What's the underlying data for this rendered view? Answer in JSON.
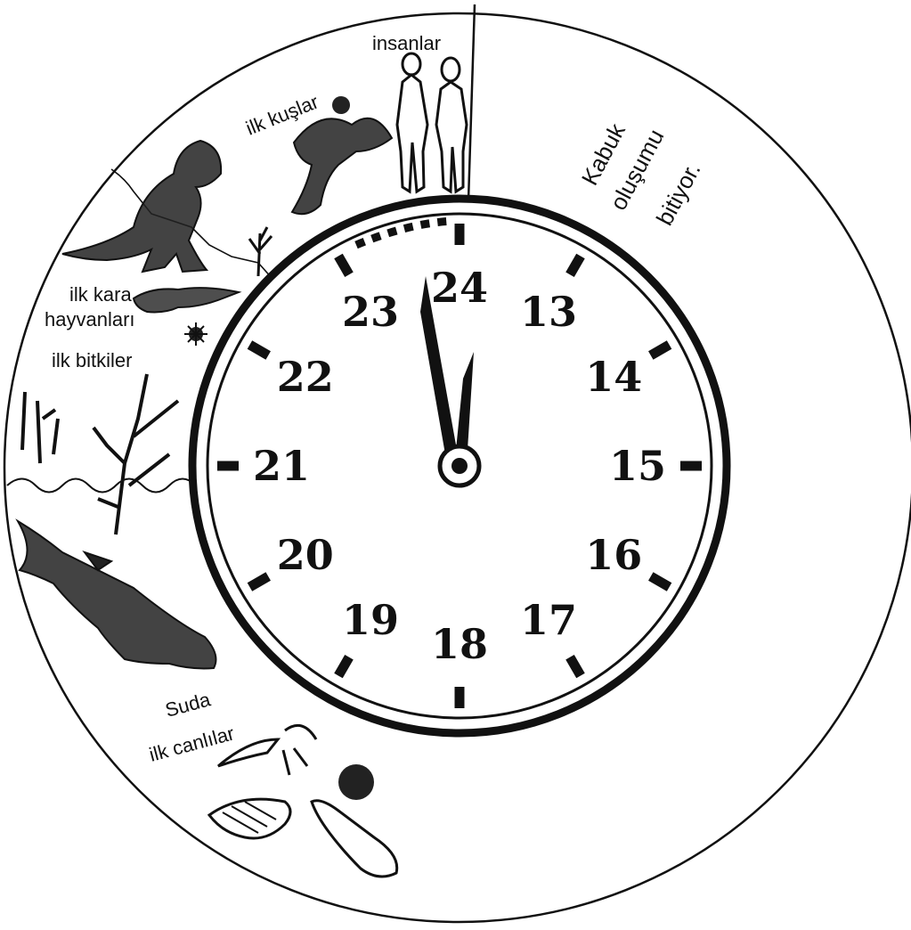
{
  "labels": {
    "insanlar": "insanlar",
    "ilk_kuslar": "ilk kuşlar",
    "ilk_kara_1": "ilk kara",
    "ilk_kara_2": "hayvanları",
    "ilk_bitkiler": "ilk bitkiler",
    "suda_1": "Suda",
    "suda_2": "ilk canlılar",
    "kabuk_1": "Kabuk",
    "kabuk_2": "oluşumu",
    "kabuk_3": "bitiyor."
  },
  "clock": {
    "hours": [
      "13",
      "14",
      "15",
      "16",
      "17",
      "18",
      "19",
      "20",
      "21",
      "22",
      "23",
      "24"
    ],
    "hour_hand_time": "23:56",
    "minute_hand_time": "24:00"
  },
  "icons": [
    "humans-icon",
    "bird-icon",
    "dinosaur-icon",
    "lizard-icon",
    "plant-icon",
    "fish-icon",
    "shell-icon",
    "snail-icon",
    "jellyfish-icon",
    "sea-urchin-icon",
    "water-waves-icon"
  ]
}
